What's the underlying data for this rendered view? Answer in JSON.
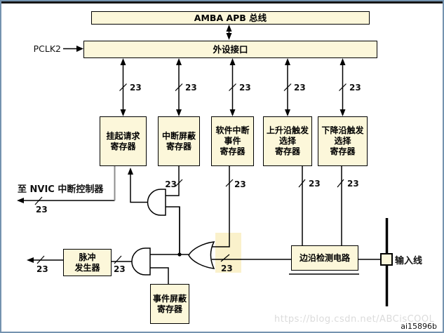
{
  "boxes": {
    "amba": "AMBA APB 总线",
    "periph": "外设接口",
    "pending": "挂起请求\n寄存器",
    "mask": "中断屏蔽\n寄存器",
    "swier": "软件中断\n事件\n寄存器",
    "rising": "上升沿触发\n选择\n寄存器",
    "falling": "下降沿触发\n选择\n寄存器",
    "pulse": "脉冲\n发生器",
    "event_mask": "事件屏蔽\n寄存器",
    "edge_detect": "边沿检测电路"
  },
  "labels": {
    "pclk2": "PCLK2",
    "to_nvic": "至 NVIC 中断控制器",
    "input_line": "输入线",
    "bus_width": "23"
  },
  "footer": {
    "watermark": "https://blog.csdn.net/ABCisCOOL",
    "figure_id": "ai15896b"
  },
  "colors": {
    "box_fill": "#FCF7DA",
    "highlight": "#FAF1CB",
    "frame_border": "#7493AF",
    "wire": "#000000",
    "gray_wire": "#8C8C8C",
    "watermark": "#DBDBDB"
  }
}
